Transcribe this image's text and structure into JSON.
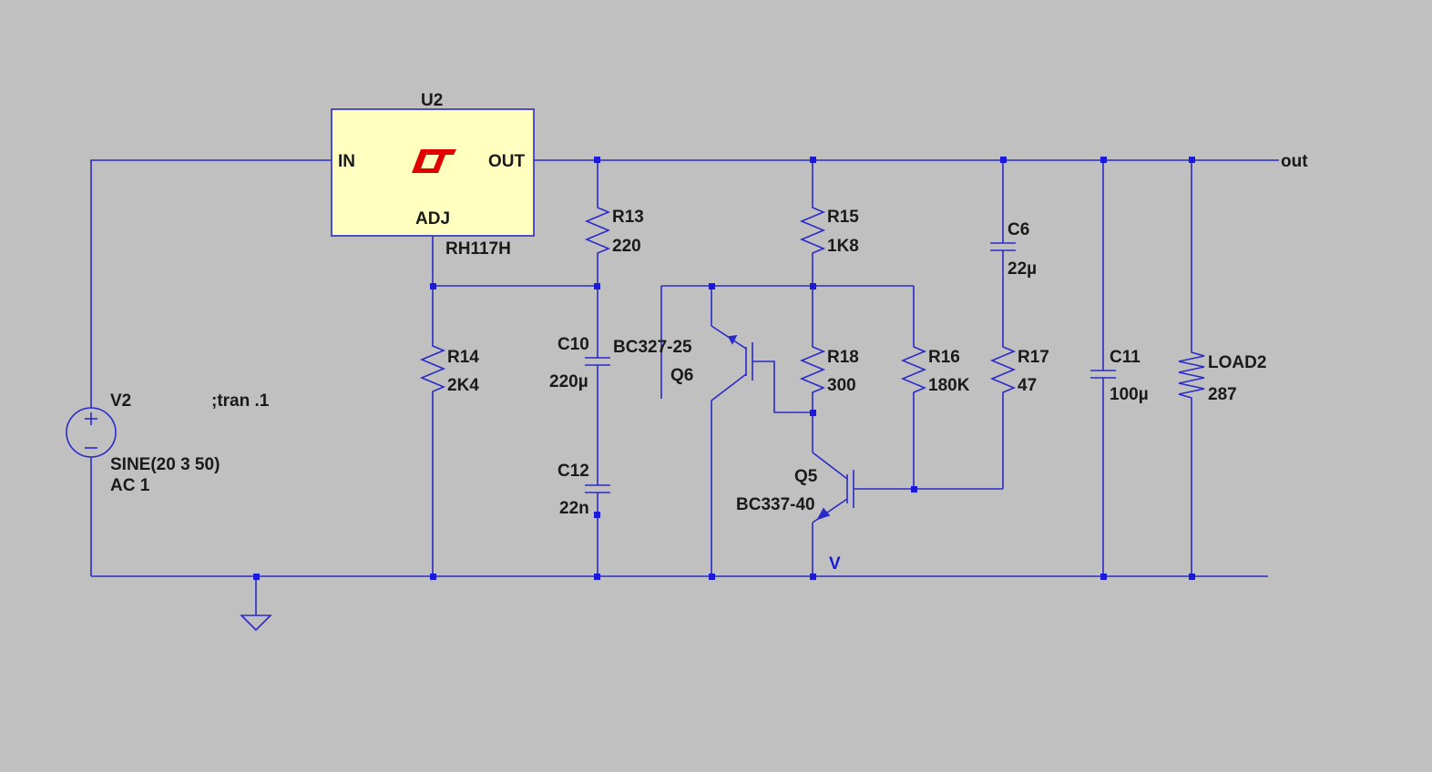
{
  "colors": {
    "background": "#c0c0c0",
    "wire": "#2a2ac8",
    "junction": "#1a1ad8",
    "text": "#1a1a1a",
    "ic_fill": "#ffffc0",
    "logo": "#e00000"
  },
  "regulator": {
    "ref": "U2",
    "model": "RH117H",
    "pin_in": "IN",
    "pin_out": "OUT",
    "pin_adj": "ADJ",
    "logo_icon": "linear-technology-logo-icon"
  },
  "source": {
    "ref": "V2",
    "value_line1": "SINE(20 3 50)",
    "value_line2": "AC 1"
  },
  "directive": ";tran .1",
  "net_labels": {
    "out": "out",
    "probe": "V"
  },
  "resistors": {
    "r13": {
      "ref": "R13",
      "value": "220"
    },
    "r14": {
      "ref": "R14",
      "value": "2K4"
    },
    "r15": {
      "ref": "R15",
      "value": "1K8"
    },
    "r16": {
      "ref": "R16",
      "value": "180K"
    },
    "r17": {
      "ref": "R17",
      "value": "47"
    },
    "r18": {
      "ref": "R18",
      "value": "300"
    },
    "load": {
      "ref": "LOAD2",
      "value": "287"
    }
  },
  "capacitors": {
    "c6": {
      "ref": "C6",
      "value": "22µ"
    },
    "c10": {
      "ref": "C10",
      "value": "220µ"
    },
    "c11": {
      "ref": "C11",
      "value": "100µ"
    },
    "c12": {
      "ref": "C12",
      "value": "22n"
    }
  },
  "transistors": {
    "q5": {
      "ref": "Q5",
      "model": "BC337-40"
    },
    "q6": {
      "ref": "Q6",
      "model": "BC327-25"
    }
  }
}
